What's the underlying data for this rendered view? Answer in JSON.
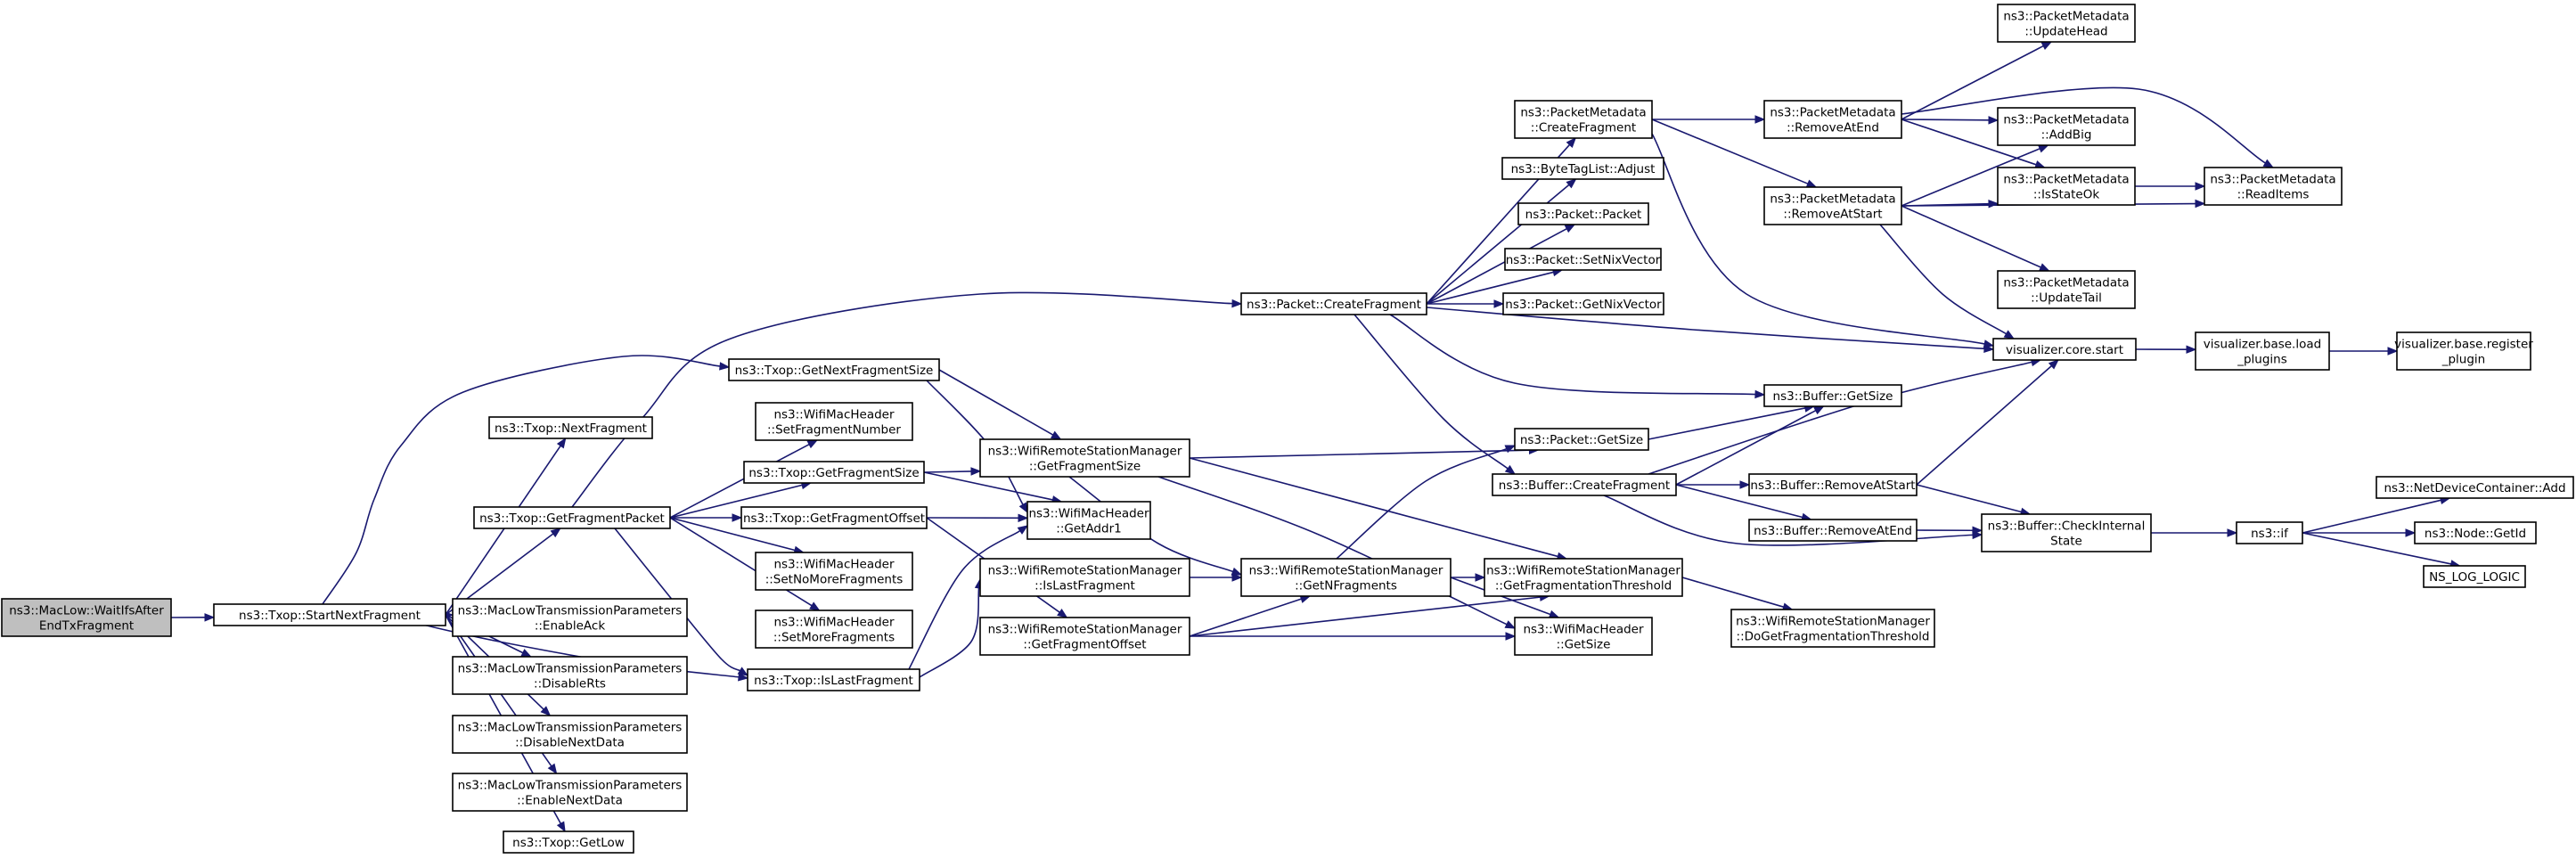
{
  "colors": {
    "edge": "#191970",
    "root_fill": "#bfbfbf",
    "normal_border": "#000000",
    "truncated_border": "#ff0000",
    "background": "#ffffff"
  },
  "nodes": [
    {
      "id": "root",
      "lines": [
        "ns3::MacLow::WaitIfsAfter",
        "EndTxFragment"
      ],
      "style": "root"
    },
    {
      "id": "startnext",
      "lines": [
        "ns3::Txop::StartNextFragment"
      ],
      "style": "normal"
    },
    {
      "id": "nextfrag",
      "lines": [
        "ns3::Txop::NextFragment"
      ],
      "style": "normal"
    },
    {
      "id": "getfragpkt",
      "lines": [
        "ns3::Txop::GetFragmentPacket"
      ],
      "style": "normal"
    },
    {
      "id": "enableack",
      "lines": [
        "ns3::MacLowTransmissionParameters",
        "::EnableAck"
      ],
      "style": "normal"
    },
    {
      "id": "disablerts",
      "lines": [
        "ns3::MacLowTransmissionParameters",
        "::DisableRts"
      ],
      "style": "normal"
    },
    {
      "id": "disablenext",
      "lines": [
        "ns3::MacLowTransmissionParameters",
        "::DisableNextData"
      ],
      "style": "normal"
    },
    {
      "id": "enablenext",
      "lines": [
        "ns3::MacLowTransmissionParameters",
        "::EnableNextData"
      ],
      "style": "normal"
    },
    {
      "id": "getlow",
      "lines": [
        "ns3::Txop::GetLow"
      ],
      "style": "normal"
    },
    {
      "id": "getnextfragsize",
      "lines": [
        "ns3::Txop::GetNextFragmentSize"
      ],
      "style": "normal"
    },
    {
      "id": "setfragnum",
      "lines": [
        "ns3::WifiMacHeader",
        "::SetFragmentNumber"
      ],
      "style": "normal"
    },
    {
      "id": "txopgetfragsize",
      "lines": [
        "ns3::Txop::GetFragmentSize"
      ],
      "style": "normal"
    },
    {
      "id": "txopgetfragoff",
      "lines": [
        "ns3::Txop::GetFragmentOffset"
      ],
      "style": "normal"
    },
    {
      "id": "setnomore",
      "lines": [
        "ns3::WifiMacHeader",
        "::SetNoMoreFragments"
      ],
      "style": "normal"
    },
    {
      "id": "setmore",
      "lines": [
        "ns3::WifiMacHeader",
        "::SetMoreFragments"
      ],
      "style": "normal"
    },
    {
      "id": "txopislast",
      "lines": [
        "ns3::Txop::IsLastFragment"
      ],
      "style": "normal"
    },
    {
      "id": "pktcreatefrag",
      "lines": [
        "ns3::Packet::CreateFragment"
      ],
      "style": "normal"
    },
    {
      "id": "wrsmgetfragsize",
      "lines": [
        "ns3::WifiRemoteStationManager",
        "::GetFragmentSize"
      ],
      "style": "normal"
    },
    {
      "id": "getaddr1",
      "lines": [
        "ns3::WifiMacHeader",
        "::GetAddr1"
      ],
      "style": "normal"
    },
    {
      "id": "wrsmislast",
      "lines": [
        "ns3::WifiRemoteStationManager",
        "::IsLastFragment"
      ],
      "style": "normal"
    },
    {
      "id": "wrsmgetfragoff",
      "lines": [
        "ns3::WifiRemoteStationManager",
        "::GetFragmentOffset"
      ],
      "style": "normal"
    },
    {
      "id": "pmcreatefrag",
      "lines": [
        "ns3::PacketMetadata",
        "::CreateFragment"
      ],
      "style": "normal"
    },
    {
      "id": "btladjust",
      "lines": [
        "ns3::ByteTagList::Adjust"
      ],
      "style": "normal"
    },
    {
      "id": "pktpacket",
      "lines": [
        "ns3::Packet::Packet"
      ],
      "style": "normal"
    },
    {
      "id": "setnix",
      "lines": [
        "ns3::Packet::SetNixVector"
      ],
      "style": "normal"
    },
    {
      "id": "getnix",
      "lines": [
        "ns3::Packet::GetNixVector"
      ],
      "style": "normal"
    },
    {
      "id": "pktgetsize",
      "lines": [
        "ns3::Packet::GetSize"
      ],
      "style": "normal"
    },
    {
      "id": "bufcreatefrag",
      "lines": [
        "ns3::Buffer::CreateFragment"
      ],
      "style": "normal"
    },
    {
      "id": "wrsmgetnfrag",
      "lines": [
        "ns3::WifiRemoteStationManager",
        "::GetNFragments"
      ],
      "style": "normal"
    },
    {
      "id": "wrsmgetfragthr",
      "lines": [
        "ns3::WifiRemoteStationManager",
        "::GetFragmentationThreshold"
      ],
      "style": "normal"
    },
    {
      "id": "wmhgetsize",
      "lines": [
        "ns3::WifiMacHeader",
        "::GetSize"
      ],
      "style": "normal"
    },
    {
      "id": "pmremoveatend",
      "lines": [
        "ns3::PacketMetadata",
        "::RemoveAtEnd"
      ],
      "style": "normal"
    },
    {
      "id": "pmremoveatstart",
      "lines": [
        "ns3::PacketMetadata",
        "::RemoveAtStart"
      ],
      "style": "normal"
    },
    {
      "id": "vizstart",
      "lines": [
        "visualizer.core.start"
      ],
      "style": "normal"
    },
    {
      "id": "bufgetsize",
      "lines": [
        "ns3::Buffer::GetSize"
      ],
      "style": "normal"
    },
    {
      "id": "bufremoveatstart",
      "lines": [
        "ns3::Buffer::RemoveAtStart"
      ],
      "style": "normal"
    },
    {
      "id": "bufremoveatend",
      "lines": [
        "ns3::Buffer::RemoveAtEnd"
      ],
      "style": "normal"
    },
    {
      "id": "dogetfragthr",
      "lines": [
        "ns3::WifiRemoteStationManager",
        "::DoGetFragmentationThreshold"
      ],
      "style": "normal"
    },
    {
      "id": "pmupdatehead",
      "lines": [
        "ns3::PacketMetadata",
        "::UpdateHead"
      ],
      "style": "truncated"
    },
    {
      "id": "pmaddbig",
      "lines": [
        "ns3::PacketMetadata",
        "::AddBig"
      ],
      "style": "truncated"
    },
    {
      "id": "pmisstateok",
      "lines": [
        "ns3::PacketMetadata",
        "::IsStateOk"
      ],
      "style": "truncated"
    },
    {
      "id": "pmupdatetail",
      "lines": [
        "ns3::PacketMetadata",
        "::UpdateTail"
      ],
      "style": "truncated"
    },
    {
      "id": "pmreaditems",
      "lines": [
        "ns3::PacketMetadata",
        "::ReadItems"
      ],
      "style": "truncated"
    },
    {
      "id": "vizloadplugins",
      "lines": [
        "visualizer.base.load",
        "_plugins"
      ],
      "style": "normal"
    },
    {
      "id": "vizregisterplugin",
      "lines": [
        "visualizer.base.register",
        "_plugin"
      ],
      "style": "normal"
    },
    {
      "id": "bufcheckinternal",
      "lines": [
        "ns3::Buffer::CheckInternal",
        "State"
      ],
      "style": "normal"
    },
    {
      "id": "nsif",
      "lines": [
        "ns3::if"
      ],
      "style": "normal"
    },
    {
      "id": "ndcadd",
      "lines": [
        "ns3::NetDeviceContainer::Add"
      ],
      "style": "truncated"
    },
    {
      "id": "nodegetid",
      "lines": [
        "ns3::Node::GetId"
      ],
      "style": "normal"
    },
    {
      "id": "nslog",
      "lines": [
        "NS_LOG_LOGIC"
      ],
      "style": "normal"
    }
  ],
  "edges": [
    [
      "root",
      "startnext"
    ],
    [
      "startnext",
      "nextfrag"
    ],
    [
      "startnext",
      "getfragpkt"
    ],
    [
      "startnext",
      "enableack"
    ],
    [
      "startnext",
      "disablerts"
    ],
    [
      "startnext",
      "disablenext"
    ],
    [
      "startnext",
      "enablenext"
    ],
    [
      "startnext",
      "getlow"
    ],
    [
      "startnext",
      "getnextfragsize"
    ],
    [
      "startnext",
      "txopislast"
    ],
    [
      "getfragpkt",
      "pktcreatefrag"
    ],
    [
      "getfragpkt",
      "setfragnum"
    ],
    [
      "getfragpkt",
      "txopgetfragsize"
    ],
    [
      "getfragpkt",
      "txopgetfragoff"
    ],
    [
      "getfragpkt",
      "setnomore"
    ],
    [
      "getfragpkt",
      "setmore"
    ],
    [
      "getfragpkt",
      "txopislast"
    ],
    [
      "getnextfragsize",
      "wrsmgetfragsize"
    ],
    [
      "getnextfragsize",
      "getaddr1"
    ],
    [
      "txopgetfragsize",
      "wrsmgetfragsize"
    ],
    [
      "txopgetfragsize",
      "getaddr1"
    ],
    [
      "txopgetfragoff",
      "wrsmgetfragoff"
    ],
    [
      "txopgetfragoff",
      "getaddr1"
    ],
    [
      "txopislast",
      "wrsmislast"
    ],
    [
      "txopislast",
      "getaddr1"
    ],
    [
      "pktcreatefrag",
      "pmcreatefrag"
    ],
    [
      "pktcreatefrag",
      "btladjust"
    ],
    [
      "pktcreatefrag",
      "pktpacket"
    ],
    [
      "pktcreatefrag",
      "setnix"
    ],
    [
      "pktcreatefrag",
      "getnix"
    ],
    [
      "pktcreatefrag",
      "vizstart"
    ],
    [
      "pktcreatefrag",
      "bufgetsize"
    ],
    [
      "pktcreatefrag",
      "bufcreatefrag"
    ],
    [
      "wrsmgetfragsize",
      "pktgetsize"
    ],
    [
      "wrsmgetfragsize",
      "wrsmgetnfrag"
    ],
    [
      "wrsmgetfragsize",
      "wrsmgetfragthr"
    ],
    [
      "wrsmgetfragsize",
      "wmhgetsize"
    ],
    [
      "wrsmislast",
      "wrsmgetnfrag"
    ],
    [
      "wrsmgetfragoff",
      "wrsmgetnfrag"
    ],
    [
      "wrsmgetfragoff",
      "wrsmgetfragthr"
    ],
    [
      "wrsmgetfragoff",
      "wmhgetsize"
    ],
    [
      "wrsmgetnfrag",
      "pktgetsize"
    ],
    [
      "wrsmgetnfrag",
      "wrsmgetfragthr"
    ],
    [
      "wrsmgetnfrag",
      "wmhgetsize"
    ],
    [
      "pmcreatefrag",
      "pmremoveatend"
    ],
    [
      "pmcreatefrag",
      "pmremoveatstart"
    ],
    [
      "pmcreatefrag",
      "vizstart"
    ],
    [
      "pktgetsize",
      "bufgetsize"
    ],
    [
      "bufcreatefrag",
      "bufgetsize"
    ],
    [
      "bufcreatefrag",
      "vizstart"
    ],
    [
      "bufcreatefrag",
      "bufremoveatstart"
    ],
    [
      "bufcreatefrag",
      "bufremoveatend"
    ],
    [
      "bufcreatefrag",
      "bufcheckinternal"
    ],
    [
      "wrsmgetfragthr",
      "dogetfragthr"
    ],
    [
      "pmremoveatend",
      "pmupdatehead"
    ],
    [
      "pmremoveatend",
      "pmaddbig"
    ],
    [
      "pmremoveatend",
      "pmisstateok"
    ],
    [
      "pmremoveatend",
      "pmreaditems"
    ],
    [
      "pmremoveatstart",
      "pmaddbig"
    ],
    [
      "pmremoveatstart",
      "pmisstateok"
    ],
    [
      "pmremoveatstart",
      "pmreaditems"
    ],
    [
      "pmremoveatstart",
      "pmupdatetail"
    ],
    [
      "pmremoveatstart",
      "vizstart"
    ],
    [
      "pmisstateok",
      "pmreaditems"
    ],
    [
      "vizstart",
      "vizloadplugins"
    ],
    [
      "vizloadplugins",
      "vizregisterplugin"
    ],
    [
      "bufremoveatstart",
      "vizstart"
    ],
    [
      "bufremoveatstart",
      "bufcheckinternal"
    ],
    [
      "bufremoveatend",
      "bufcheckinternal"
    ],
    [
      "bufcheckinternal",
      "nsif"
    ],
    [
      "nsif",
      "ndcadd"
    ],
    [
      "nsif",
      "nodegetid"
    ],
    [
      "nsif",
      "nslog"
    ]
  ]
}
